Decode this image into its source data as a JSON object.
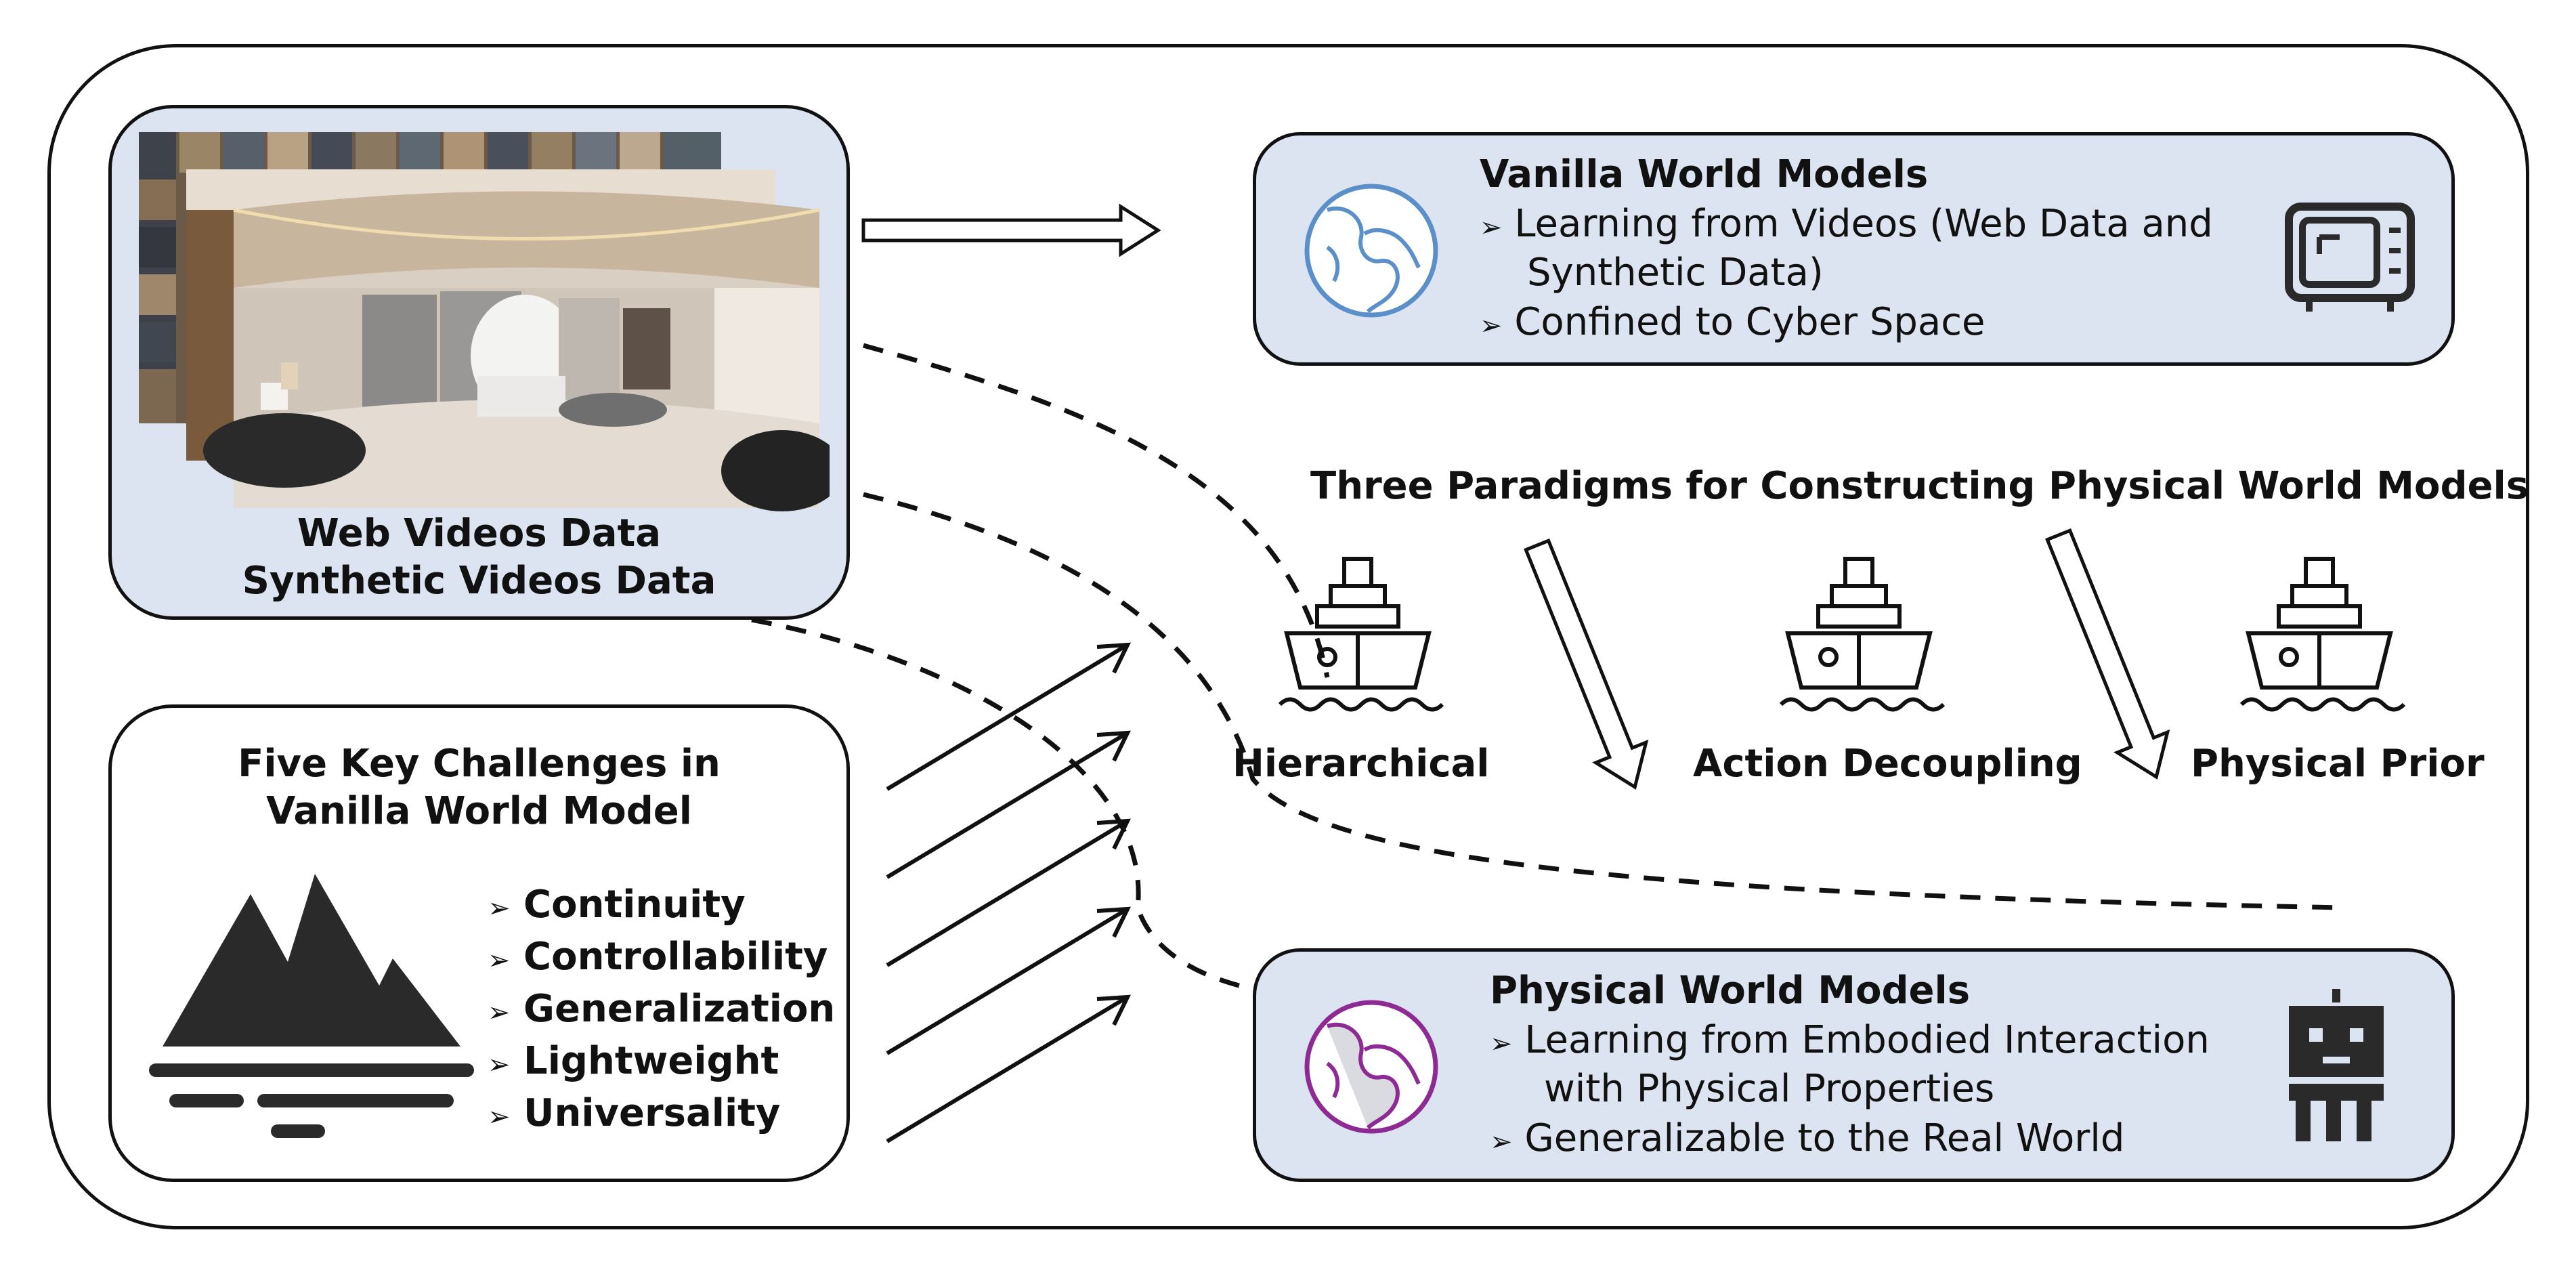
{
  "data_box": {
    "label_line1": "Web Videos Data",
    "label_line2": "Synthetic Videos Data"
  },
  "vanilla": {
    "title": "Vanilla World Models",
    "bullets": [
      "Learning from Videos (Web Data and",
      "Synthetic Data)",
      "Confined to Cyber Space"
    ]
  },
  "paradigms": {
    "heading": "Three Paradigms for Constructing Physical World Models",
    "items": [
      "Hierarchical",
      "Action Decoupling",
      "Physical Prior"
    ]
  },
  "challenges": {
    "title_line1": "Five Key Challenges in",
    "title_line2": "Vanilla World Model",
    "items": [
      "Continuity",
      "Controllability",
      "Generalization",
      "Lightweight",
      "Universality"
    ]
  },
  "physical": {
    "title": "Physical World Models",
    "bullets": [
      "Learning from Embodied Interaction",
      "with Physical Properties",
      "Generalizable to the Real World"
    ]
  },
  "bullet_glyph": "➢",
  "colors": {
    "box_fill": "#dbe4f0",
    "outline": "#111111",
    "globe_blue": "#5b8fc9",
    "globe_purple": "#8e2a93",
    "icon_dark": "#2a2a2a"
  },
  "icons": [
    "globe-icon",
    "tv-icon",
    "ship-icon",
    "mountain-icon",
    "robot-icon",
    "video-thumbnail"
  ]
}
